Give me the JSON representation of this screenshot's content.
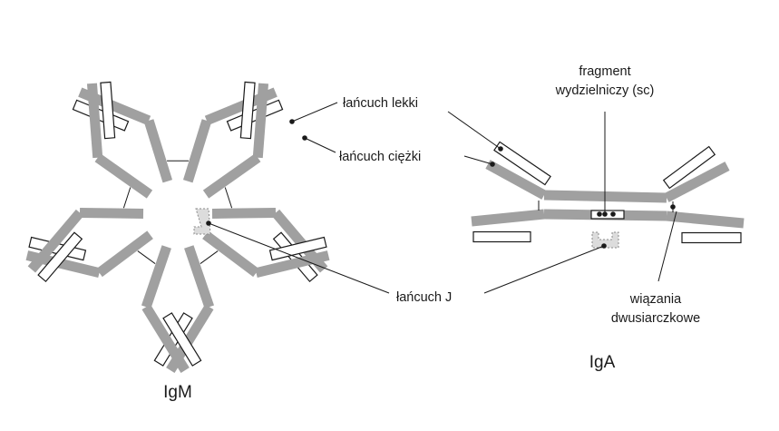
{
  "labels": {
    "igm": "IgM",
    "iga": "IgA",
    "light_chain": "łańcuch lekki",
    "heavy_chain": "łańcuch ciężki",
    "j_chain": "łańcuch J",
    "secretory_line1": "fragment",
    "secretory_line2": "wydzielniczy (sc)",
    "disulfide_line1": "wiązania",
    "disulfide_line2": "dwusiarczkowe"
  },
  "colors": {
    "heavy": "#a0a0a0",
    "outline": "#1a1a1a",
    "background": "#ffffff"
  }
}
